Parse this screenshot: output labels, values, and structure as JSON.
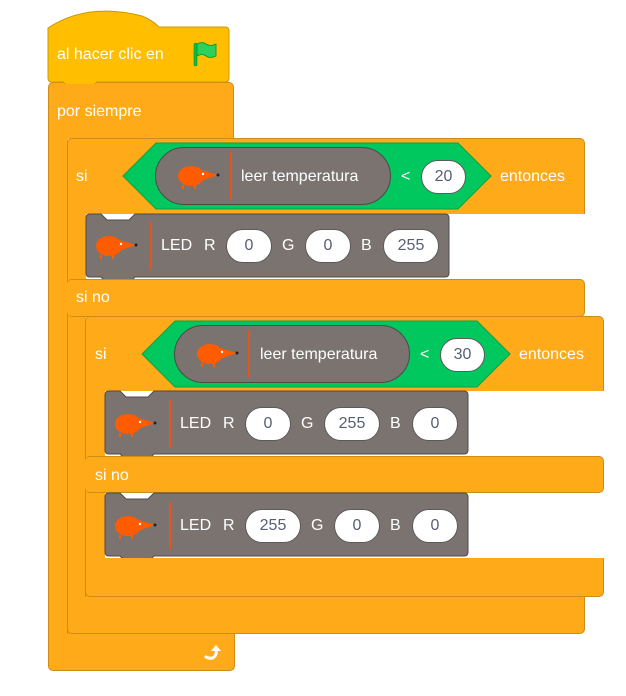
{
  "hat": {
    "label": "al hacer clic en",
    "icon": "green-flag-icon",
    "color": "#FFBF00"
  },
  "forever": {
    "label": "por siempre",
    "icon": "loop-arrow-icon",
    "color": "#FFAB19"
  },
  "outer_if": {
    "if_label": "si",
    "then_label": "entonces",
    "else_label": "si no",
    "condition": {
      "reporter": "leer temperatura",
      "operator": "<",
      "value": "20",
      "color": "#00C75E"
    },
    "then_block": {
      "label": "LED",
      "r_label": "R",
      "r": "0",
      "g_label": "G",
      "g": "0",
      "b_label": "B",
      "b": "255"
    }
  },
  "inner_if": {
    "if_label": "si",
    "then_label": "entonces",
    "else_label": "si no",
    "condition": {
      "reporter": "leer temperatura",
      "operator": "<",
      "value": "30",
      "color": "#00C75E"
    },
    "then_block": {
      "label": "LED",
      "r_label": "R",
      "r": "0",
      "g_label": "G",
      "g": "255",
      "b_label": "B",
      "b": "0"
    },
    "else_block": {
      "label": "LED",
      "r_label": "R",
      "r": "255",
      "g_label": "G",
      "g": "0",
      "b_label": "B",
      "b": "0"
    }
  },
  "extension": {
    "icon": "hedgehog-icon",
    "block_color": "#7A7370",
    "accent": "#FF5B00"
  }
}
